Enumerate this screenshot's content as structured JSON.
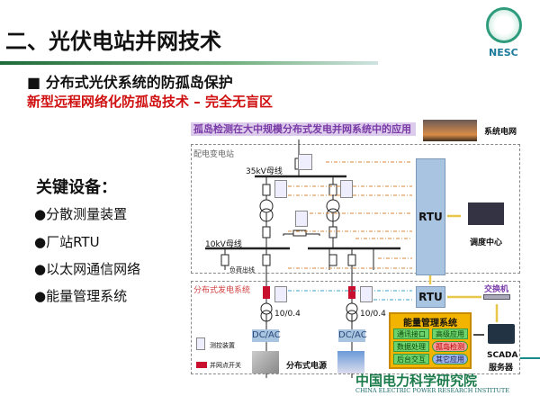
{
  "header": {
    "title": "二、光伏电站并网技术",
    "logo_text": "NESC"
  },
  "section": {
    "heading": "分布式光伏系统的防孤岛保护",
    "subtitle": "新型远程网络化防孤岛技术 – 完全无盲区"
  },
  "key_equipment": {
    "title": "关键设备：",
    "items": [
      "●分散测量装置",
      "●厂站RTU",
      "●以太网通信网络",
      "●能量管理系统"
    ]
  },
  "diagram": {
    "banner": "孤岛检测在大中规模分布式发电并网系统中的应用",
    "grid_label": "系统电网",
    "substation_label": "配电变电站",
    "bus_35kv": "35kV母线",
    "bus_10kv": "10kV母线",
    "load_line": "负荷出线",
    "rtu_main": "RTU",
    "dispatch": "调度中心",
    "dg_label": "分布式发电系统",
    "rtu_dg": "RTU",
    "switch": "交换机",
    "ratio1": "10/0.4",
    "ratio2": "10/0.4",
    "dcac1": "DC/AC",
    "dcac2": "DC/AC",
    "legend_meter": "测控装置",
    "legend_breaker": "并网点开关",
    "dg_source": "分布式电源",
    "ems": {
      "title": "能量管理系统",
      "items": [
        "通讯接口",
        "高级应用",
        "数据处理",
        "孤岛检测",
        "后台交互",
        "其它应用"
      ]
    },
    "scada": "SCADA",
    "server": "服务器"
  },
  "footer": {
    "cn": "中国电力科学研究院",
    "en": "CHINA ELECTRIC POWER RESEARCH INSTITUTE"
  },
  "colors": {
    "accent_red": "#d01010",
    "banner_purple": "#7a3ba8",
    "rtu_blue": "#a9c4e0",
    "ems_orange": "#f2b400"
  }
}
